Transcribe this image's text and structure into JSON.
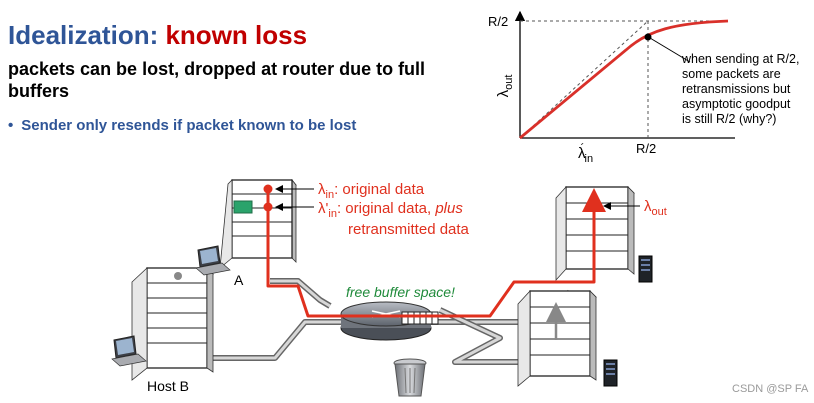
{
  "slide": {
    "title_main": "Idealization: ",
    "title_accent": "known loss",
    "subtitle": "packets can be lost, dropped at router due to full buffers",
    "bullet": "Sender only resends if packet known to be lost"
  },
  "chart": {
    "y_tick": "R/2",
    "x_tick": "R/2",
    "ylabel_base": "λ",
    "ylabel_sub": "out",
    "xlabel_base": "λ",
    "xlabel_prime": "´",
    "xlabel_sub": "in",
    "annotation_lines": [
      "when sending at R/2,",
      "some packets are",
      "retransmissions but",
      "asymptotic goodput",
      "is still R/2 (why?)"
    ]
  },
  "diagram": {
    "lambda_in_base": "λ",
    "lambda_in_sub": "in",
    "lambda_in_text": ": original data",
    "lambda_in_prime_base": "λ'",
    "lambda_in_prime_sub": "in",
    "lambda_in_prime_text": ": original data, ",
    "lambda_in_prime_italic": "plus",
    "lambda_in_prime_line2": "retransmitted data",
    "lambda_out_base": "λ",
    "lambda_out_sub": "out",
    "host_a": "A",
    "host_b": "Host B",
    "buffer_label": "free buffer space!"
  },
  "watermark": "CSDN @SP FA",
  "colors": {
    "title_blue": "#2f5597",
    "accent_red": "#c00000",
    "flow_red": "#e0301e",
    "buffer_green": "#2aa36b"
  }
}
